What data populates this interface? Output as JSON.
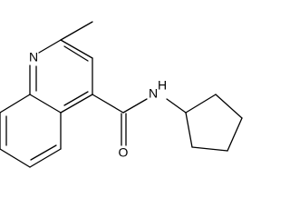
{
  "molecule": {
    "atoms": {
      "nitrogen_ring": "N",
      "nitrogen_amide": "N",
      "hydrogen_amide": "H",
      "oxygen_carbonyl": "O"
    },
    "bond_color": "#000000",
    "background_color": "#ffffff"
  }
}
